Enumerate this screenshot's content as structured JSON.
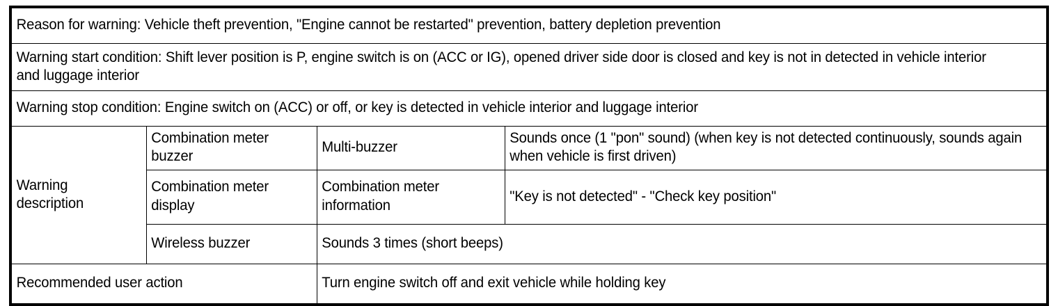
{
  "table": {
    "rows": {
      "reason": {
        "text": "Reason for warning: Vehicle theft prevention, \"Engine cannot be restarted\" prevention, battery depletion prevention"
      },
      "start_condition": {
        "text": "Warning start condition: Shift lever position is P, engine switch is on (ACC or IG), opened driver side door is closed and key is not in detected in vehicle interior and luggage interior"
      },
      "stop_condition": {
        "text": "Warning stop condition: Engine switch on (ACC) or off, or key is detected in vehicle interior and luggage interior"
      },
      "warning_description": {
        "label": "Warning description",
        "items": [
          {
            "device": "Combination meter buzzer",
            "type": "Multi-buzzer",
            "detail": "Sounds once (1 \"pon\" sound) (when key is not detected continuously, sounds again when vehicle is first driven)"
          },
          {
            "device": "Combination meter display",
            "type": "Combination meter information",
            "detail": "\"Key is not detected\" - \"Check key position\""
          },
          {
            "device": "Wireless buzzer",
            "detail": "Sounds 3 times (short beeps)"
          }
        ]
      },
      "recommended_action": {
        "label": "Recommended user action",
        "text": "Turn engine switch off and exit vehicle while holding key"
      }
    }
  }
}
